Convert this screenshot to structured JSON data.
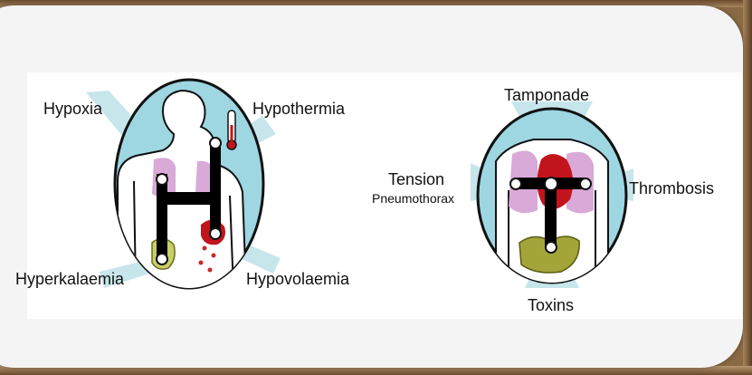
{
  "hs_panel": {
    "labels": {
      "hypoxia": "Hypoxia",
      "hypothermia": "Hypothermia",
      "hyperkalaemia": "Hyperkalaemia",
      "hypovolaemia": "Hypovolaemia"
    }
  },
  "ts_panel": {
    "labels": {
      "tamponade": "Tamponade",
      "tension": "Tension",
      "pneumothorax": "Pneumothorax",
      "thrombosis": "Thrombosis",
      "toxins": "Toxins"
    }
  },
  "colors": {
    "oval_fill": "#9ed6e2",
    "ray": "#c6e6eb",
    "lung": "#d9a9d8",
    "heart": "#c2141c",
    "blood": "#c82a2a",
    "kidney": "#c8cf6a",
    "stomach": "#a3a53a",
    "letter": "#000000",
    "node": "#ffffff"
  }
}
